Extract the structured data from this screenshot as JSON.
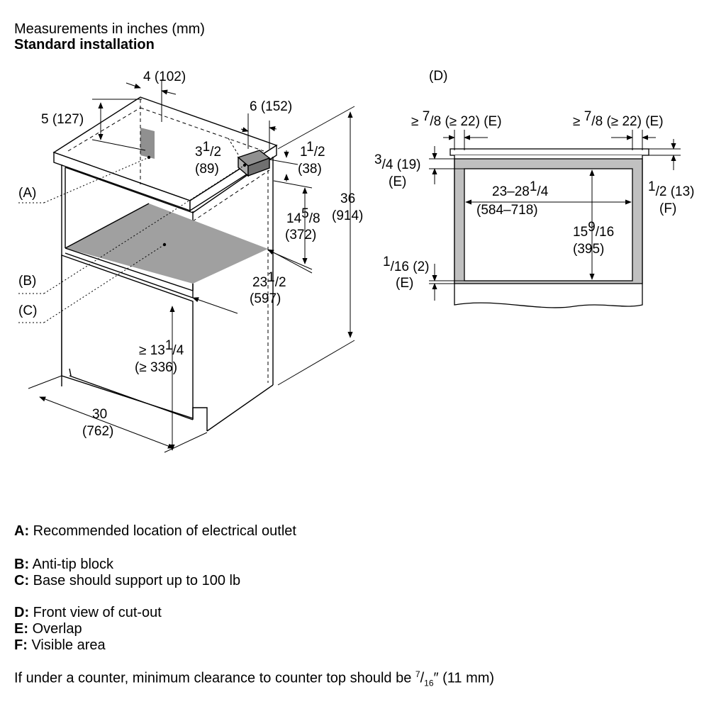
{
  "header": {
    "line1": "Measurements in inches (mm)",
    "line2": "Standard installation"
  },
  "cabinet": {
    "dim_top_4": "4 (102)",
    "dim_5": "5 (127)",
    "dim_6": "6 (152)",
    "dim_3_5_a": "3",
    "dim_3_5_b": "1",
    "dim_3_5_c": "2",
    "dim_3_5_mm": "(89)",
    "dim_1_5_a": "1",
    "dim_1_5_b": "1",
    "dim_1_5_c": "2",
    "dim_1_5_mm": "(38)",
    "dim_36": "36",
    "dim_36_mm": "(914)",
    "dim_14_a": "14",
    "dim_14_b": "5",
    "dim_14_c": "8",
    "dim_14_mm": "(372)",
    "dim_23_a": "23",
    "dim_23_b": "1",
    "dim_23_c": "2",
    "dim_23_mm": "(597)",
    "dim_13_a": "≥ 13",
    "dim_13_b": "1",
    "dim_13_c": "4",
    "dim_13_mm": "(≥ 336)",
    "dim_30": "30",
    "dim_30_mm": "(762)",
    "label_a": "(A)",
    "label_b": "(B)",
    "label_c": "(C)",
    "letter_a": "A",
    "letter_b": "B",
    "letter_c": "C"
  },
  "cutout": {
    "label_d_open": "(",
    "letter_d": "D",
    "label_d_close": ")",
    "left_ge": "≥",
    "left_frac_num": "7",
    "left_frac_den": "8",
    "left_mm": "(≥ 22)",
    "right_ge": "≥",
    "right_frac_num": "7",
    "right_frac_den": "8",
    "right_mm": "(≥ 22)",
    "letter_e": "E",
    "letter_f": "F",
    "frac34_num": "3",
    "frac34_den": "4",
    "frac34_mm": "(19)",
    "width_a": "23–28",
    "width_b": "1",
    "width_c": "4",
    "width_mm": "(584–718)",
    "height_a": "15",
    "height_b": "9",
    "height_c": "16",
    "height_mm": "(395)",
    "half_num": "1",
    "half_den": "2",
    "half_mm": "(13)",
    "sixteenth_num": "1",
    "sixteenth_den": "16",
    "sixteenth_mm": "(2)"
  },
  "legend": {
    "a_key": "A:",
    "a_text": "Recommended location of electrical outlet",
    "b_key": "B:",
    "b_text": "Anti-tip block",
    "c_key": "C:",
    "c_text": "Base should support up to 100 lb",
    "d_key": "D:",
    "d_text": "Front view of cut-out",
    "e_key": "E:",
    "e_text": "Overlap",
    "f_key": "F:",
    "f_text": "Visible area"
  },
  "note": {
    "before": "If under a counter, minimum clearance to counter top should be ",
    "frac_num": "7",
    "frac_den": "16",
    "after": "″ (11 mm)"
  }
}
